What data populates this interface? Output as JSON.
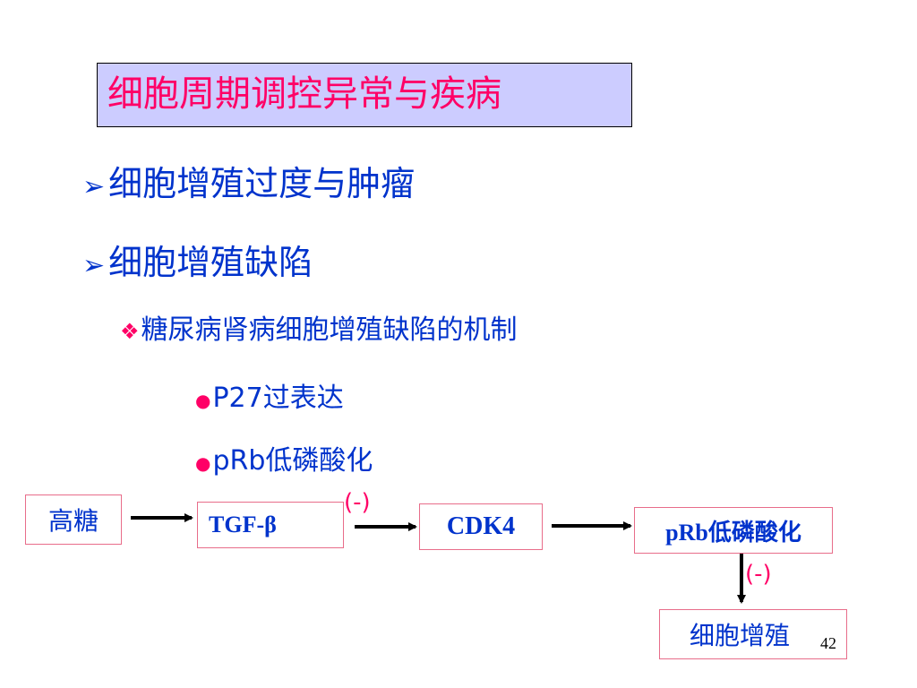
{
  "title": "细胞周期调控异常与疾病",
  "outline": {
    "item1": "细胞增殖过度与肿瘤",
    "item2": "细胞增殖缺陷",
    "sub_item": "糖尿病肾病细胞增殖缺陷的机制",
    "points": [
      "P27过表达",
      "pRb低磷酸化"
    ]
  },
  "bullets": {
    "arrow": "➢",
    "diamond": "❖",
    "dot": "●"
  },
  "diagram": {
    "nodes": {
      "high_glucose": "高糖",
      "tgf_beta": "TGF-β",
      "cdk4": "CDK4",
      "prb": "pRb低磷酸化",
      "cell_proliferation": "细胞增殖"
    },
    "inhibit_labels": [
      "(-)",
      "(-)"
    ],
    "up_arrow_color": "#ff0066"
  },
  "page_number": "42",
  "colors": {
    "title_text": "#ff0066",
    "title_background": "#ccccff",
    "body_text": "#0033cc",
    "box_border": "#e86d8a",
    "accent": "#ff0066"
  }
}
